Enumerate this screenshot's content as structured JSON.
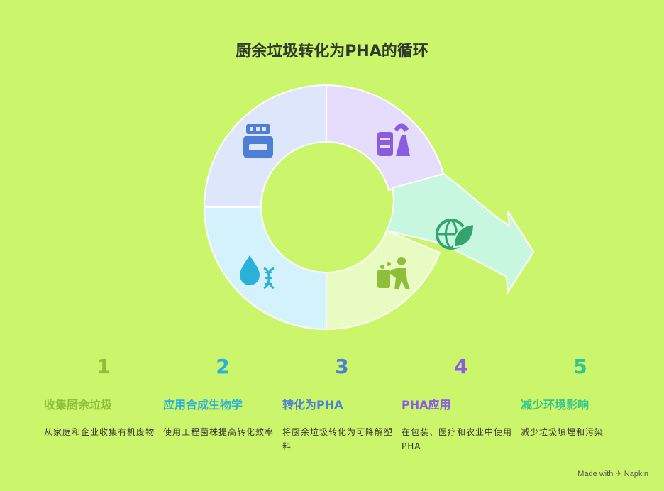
{
  "title": "厨余垃圾转化为PHA的循环",
  "steps": [
    {
      "num": "1",
      "label": "收集厨余垃圾",
      "desc": "从家庭和企业收集有机废物",
      "color": "#8fbe3a"
    },
    {
      "num": "2",
      "label": "应用合成生物学",
      "desc": "使用工程菌株提高转化效率",
      "color": "#2ab1d9"
    },
    {
      "num": "3",
      "label": "转化为PHA",
      "desc": "将厨余垃圾转化为可降解塑料",
      "color": "#4d7fd6"
    },
    {
      "num": "4",
      "label": "PHA应用",
      "desc": "在包装、医疗和农业中使用PHA",
      "color": "#8a5ce0"
    },
    {
      "num": "5",
      "label": "减少环境影响",
      "desc": "减少垃圾填埋和污染",
      "color": "#34c48f"
    }
  ],
  "footer": "Made with ✈ Napkin",
  "icons": [
    "container-icon",
    "packaging-icon",
    "globe-leaf-icon",
    "worker-bin-icon",
    "droplet-dna-icon"
  ]
}
